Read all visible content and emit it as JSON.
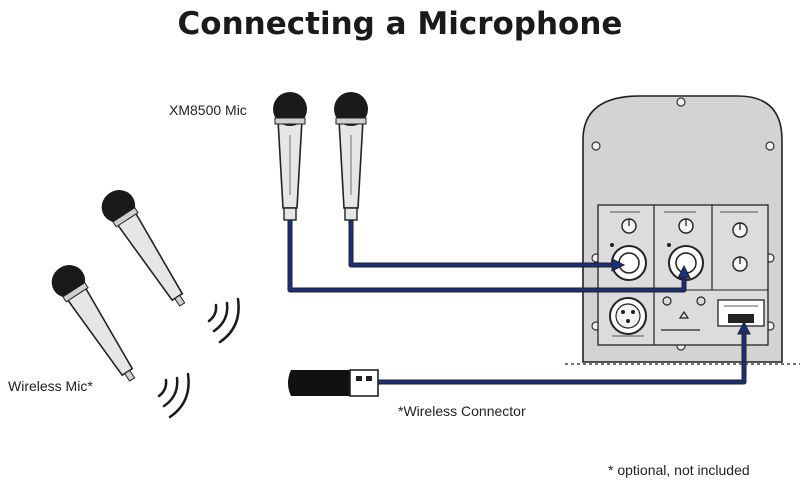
{
  "title": "Connecting a Microphone",
  "labels": {
    "xm8500": "XM8500 Mic",
    "wireless_mic": "Wireless Mic*",
    "wireless_connector": "*Wireless Connector",
    "footnote": "* optional, not included"
  },
  "colors": {
    "cable": "#1b2f7a",
    "outline": "#222222",
    "panel_fill": "#d3d3d3",
    "mic_body": "#e6e6e6",
    "mic_head": "#1a1a1a"
  },
  "icons": [
    "microphone-icon",
    "usb-dongle-icon",
    "speaker-rear-panel",
    "xlr-input-jack",
    "radio-waves-icon"
  ]
}
